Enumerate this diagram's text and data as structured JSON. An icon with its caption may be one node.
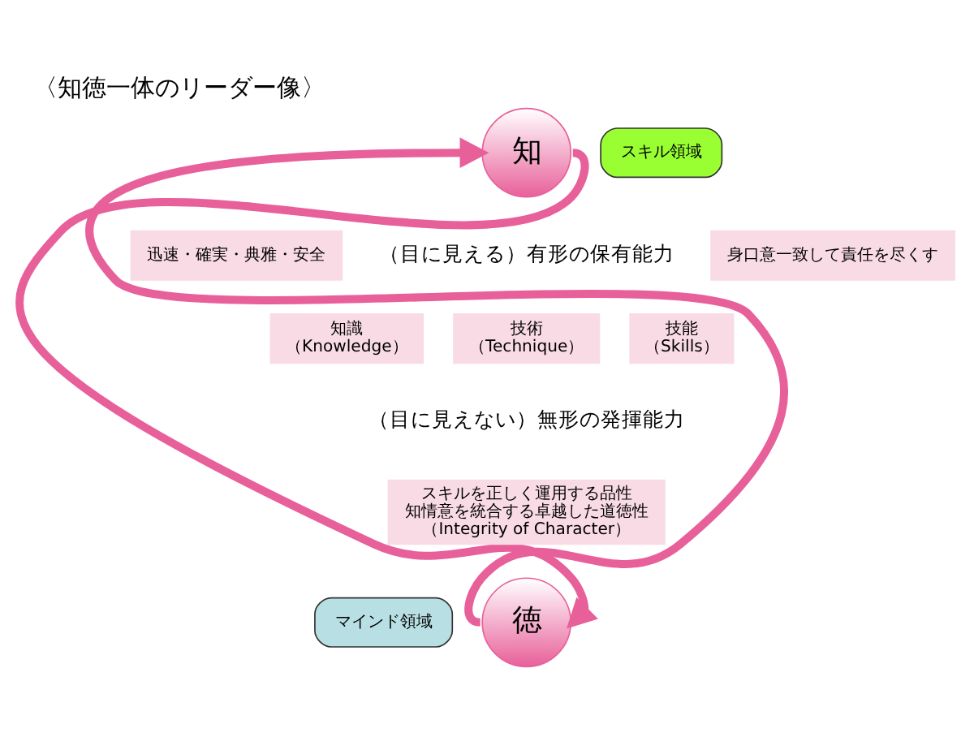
{
  "diagram": {
    "title": "〈知徳一体のリーダー像〉",
    "nodes": [
      {
        "text": [
          "知"
        ]
      },
      {
        "text": [
          "スキル領域"
        ]
      },
      {
        "text": [
          "迅速・確実・典雅・安全"
        ]
      },
      {
        "text": [
          "知識",
          "（Knowledge）"
        ]
      },
      {
        "text": [
          "技術",
          "（Technique）"
        ]
      },
      {
        "text": [
          "技能",
          "（Skills）"
        ]
      },
      {
        "text": [
          "身口意一致して責任を尽くす"
        ]
      },
      {
        "text": [
          "スキルを正しく運用する品性",
          "知情意を統合する卓越した道徳性",
          "（Integrity of Character）"
        ]
      },
      {
        "text": [
          "マインド領域"
        ]
      },
      {
        "text": [
          "徳"
        ]
      }
    ],
    "edges": [
      {
        "from": 0,
        "to": 9,
        "arrow": "to"
      },
      {
        "from": 9,
        "to": 0,
        "arrow": "to"
      }
    ],
    "labels": [
      "（目に見える）有形の保有能力",
      "（目に見えない）無形の発揮能力"
    ]
  }
}
